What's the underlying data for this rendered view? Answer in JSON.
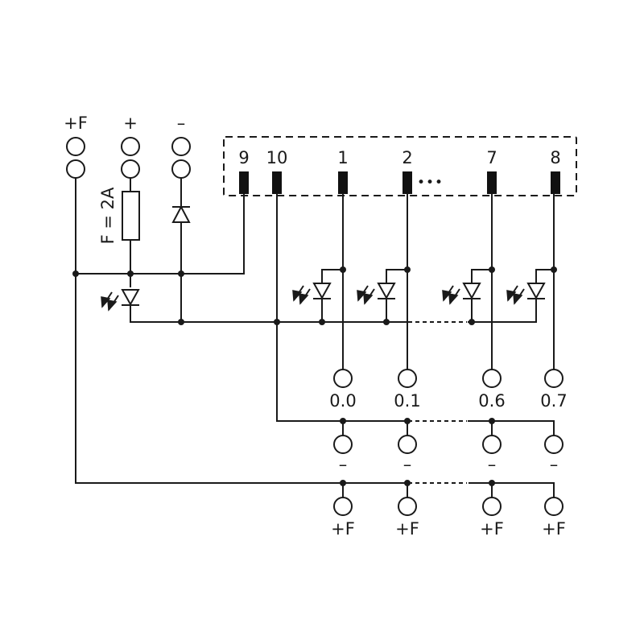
{
  "top_labels": {
    "plus_f": "+F",
    "plus": "+",
    "minus": "–"
  },
  "fuse_label": "F = 2A",
  "connector_pins": [
    "9",
    "10",
    "1",
    "2",
    "7",
    "8"
  ],
  "ellipsis": "•••",
  "outputs": [
    "0.0",
    "0.1",
    "0.6",
    "0.7"
  ],
  "minus_row_label": "–",
  "plus_f_row_label": "+F"
}
